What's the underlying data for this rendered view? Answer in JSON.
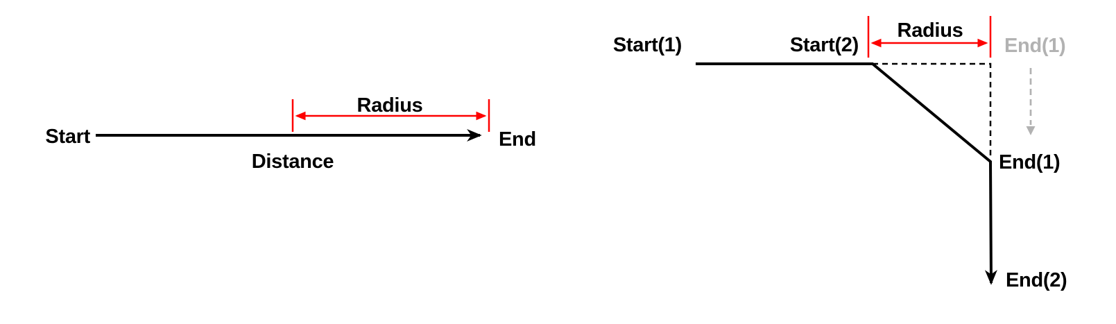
{
  "colors": {
    "ink": "#000000",
    "accent": "#fe0000",
    "ghost": "#b2b2b2",
    "bg": "#ffffff"
  },
  "left_diagram": {
    "labels": {
      "start": "Start",
      "end": "End",
      "distance": "Distance",
      "radius": "Radius"
    }
  },
  "right_diagram": {
    "labels": {
      "start1": "Start(1)",
      "start2": "Start(2)",
      "radius": "Radius",
      "end1_ghost": "End(1)",
      "end1": "End(1)",
      "end2": "End(2)"
    }
  }
}
